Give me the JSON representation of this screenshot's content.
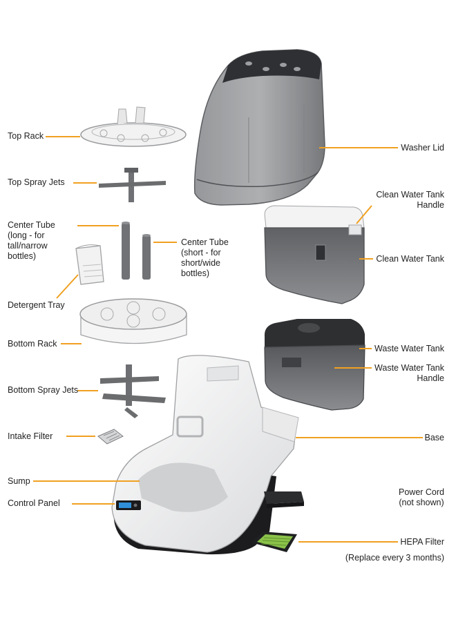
{
  "labels": {
    "top_rack": "Top Rack",
    "top_spray_jets": "Top Spray Jets",
    "center_tube_long": [
      "Center Tube",
      "(long - for",
      "tall/narrow",
      "bottles)"
    ],
    "center_tube_short": [
      "Center Tube",
      "(short - for",
      "short/wide",
      "bottles)"
    ],
    "detergent_tray": "Detergent Tray",
    "bottom_rack": "Bottom Rack",
    "bottom_spray_jets": "Bottom Spray Jets",
    "intake_filter": "Intake Filter",
    "sump": "Sump",
    "control_panel": "Control Panel",
    "washer_lid": "Washer Lid",
    "clean_water_tank_handle": [
      "Clean Water Tank",
      "Handle"
    ],
    "clean_water_tank": "Clean Water Tank",
    "waste_water_tank": "Waste Water Tank",
    "waste_water_tank_handle": [
      "Waste Water Tank",
      "Handle"
    ],
    "base": "Base",
    "power_cord": [
      "Power Cord",
      "(not shown)"
    ],
    "hepa_filter": "HEPA Filter",
    "hepa_note": "(Replace every 3 months)"
  },
  "colors": {
    "leader": "#f0a020",
    "text": "#222222",
    "tank_gray": "#6e7073",
    "dark_tank": "#3a3b3d",
    "base_white": "#f4f4f4",
    "base_black": "#1c1c1e",
    "part_gray": "#6b6c6e",
    "display_blue": "#2f8fd8",
    "hepa_green": "#8bc34a"
  }
}
